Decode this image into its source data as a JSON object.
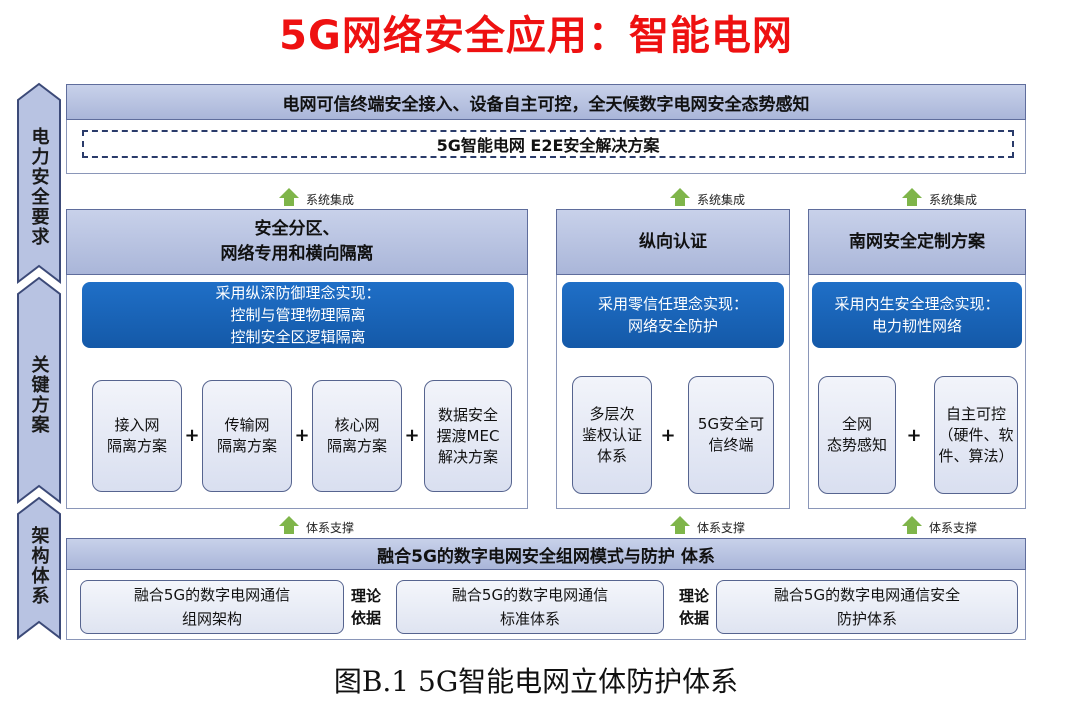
{
  "title": "5G网络安全应用：智能电网",
  "side_labels": [
    "电力安全要求",
    "关键方案",
    "架构体系"
  ],
  "top": {
    "header": "电网可信终端安全接入、设备自主可控，全天候数字电网安全态势感知",
    "solution": "5G智能电网 E2E安全解决方案"
  },
  "integration_label": "系统集成",
  "support_label": "体系支撑",
  "plus": "+",
  "sections": [
    {
      "title_line1": "安全分区、",
      "title_line2": "网络专用和横向隔离",
      "concept": [
        "采用纵深防御理念实现：",
        "控制与管理物理隔离",
        "控制安全区逻辑隔离"
      ],
      "items": [
        [
          "接入网",
          "隔离方案"
        ],
        [
          "传输网",
          "隔离方案"
        ],
        [
          "核心网",
          "隔离方案"
        ],
        [
          "数据安全",
          "摆渡MEC",
          "解决方案"
        ]
      ]
    },
    {
      "title_line1": "纵向认证",
      "concept": [
        "采用零信任理念实现：",
        "网络安全防护"
      ],
      "items": [
        [
          "多层次",
          "鉴权认证",
          "体系"
        ],
        [
          "5G安全可",
          "信终端"
        ]
      ]
    },
    {
      "title_line1": "南网安全定制方案",
      "concept": [
        "采用内生安全理念实现：",
        "电力韧性网络"
      ],
      "items": [
        [
          "全网",
          "态势感知"
        ],
        [
          "自主可控",
          "（硬件、软",
          "件、算法）"
        ]
      ]
    }
  ],
  "bottom": {
    "header": "融合5G的数字电网安全组网模式与防护 体系",
    "boxes": [
      [
        "融合5G的数字电网通信",
        "组网架构"
      ],
      [
        "融合5G的数字电网通信",
        "标准体系"
      ],
      [
        "融合5G的数字电网通信安全",
        "防护体系"
      ]
    ],
    "basis": [
      "理论",
      "依据"
    ]
  },
  "caption": "图B.1 5G智能电网立体防护体系",
  "colors": {
    "title": "#ee1111",
    "header_fill": "#b8c3e2",
    "concept_blue": "#1a66b8",
    "arrow_green": "#7fb54a",
    "arrow_blue": "#1a66b8",
    "chevron": "#b8c3e2"
  }
}
